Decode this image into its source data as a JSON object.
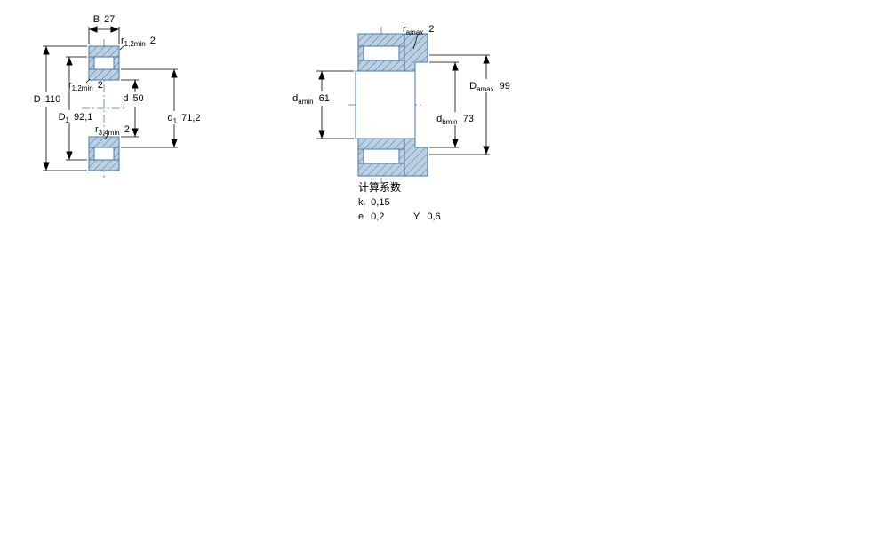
{
  "colors": {
    "bearing_fill": "#bcd0e2",
    "bearing_outline": "#4878a8",
    "dimension_line": "#000000",
    "text": "#000000",
    "background": "#ffffff"
  },
  "figures": {
    "left": {
      "dims": {
        "B": {
          "label": "B",
          "value": "27"
        },
        "r12_top": {
          "base": "r",
          "sub": "1,2min",
          "value": "2"
        },
        "r12_mid": {
          "base": "r",
          "sub": "1,2min",
          "value": "2"
        },
        "D": {
          "label": "D",
          "value": "110"
        },
        "d": {
          "label": "d",
          "value": "50"
        },
        "D1": {
          "base": "D",
          "sub": "1",
          "value": "92,1"
        },
        "d1": {
          "base": "d",
          "sub": "1",
          "value": "71,2"
        },
        "r34": {
          "base": "r",
          "sub": "3,4min",
          "value": "2"
        }
      }
    },
    "right": {
      "dims": {
        "ramax": {
          "base": "r",
          "sub": "amax",
          "value": "2"
        },
        "damin": {
          "base": "d",
          "sub": "amin",
          "value": "61"
        },
        "Damax": {
          "base": "D",
          "sub": "amax",
          "value": "99"
        },
        "dbmin": {
          "base": "d",
          "sub": "bmin",
          "value": "73"
        }
      }
    }
  },
  "calculation_factors": {
    "title": "计算系数",
    "kr": {
      "base": "k",
      "sub": "r",
      "value": "0,15"
    },
    "e": {
      "label": "e",
      "value": "0,2"
    },
    "Y": {
      "label": "Y",
      "value": "0,6"
    }
  }
}
